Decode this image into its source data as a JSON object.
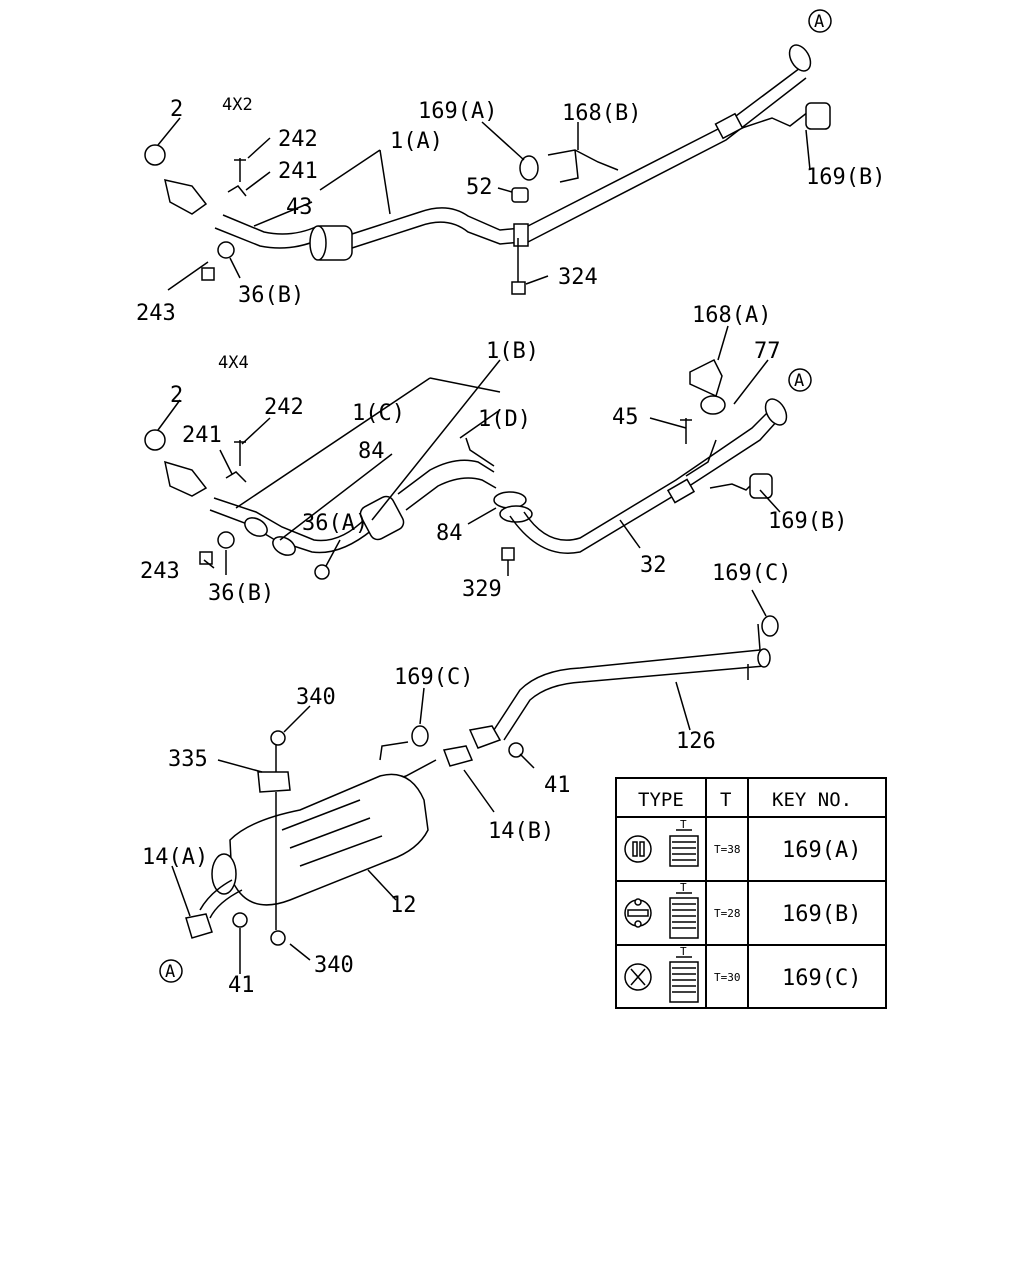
{
  "sections": {
    "upper": "4X2",
    "middle": "4X4"
  },
  "ref_marker": "A",
  "callouts": {
    "u_2": "2",
    "u_242": "242",
    "u_241": "241",
    "u_43": "43",
    "u_1a": "1(A)",
    "u_169a": "169(A)",
    "u_168b": "168(B)",
    "u_52": "52",
    "u_324": "324",
    "u_169b": "169(B)",
    "u_243": "243",
    "u_36b": "36(B)",
    "m_2": "2",
    "m_242": "242",
    "m_241": "241",
    "m_1c": "1(C)",
    "m_1b": "1(B)",
    "m_1d": "1(D)",
    "m_84a": "84",
    "m_36a": "36(A)",
    "m_84b": "84",
    "m_243": "243",
    "m_36b": "36(B)",
    "m_329": "329",
    "m_32": "32",
    "m_168a": "168(A)",
    "m_77": "77",
    "m_45": "45",
    "m_169b": "169(B)",
    "l_169c_top": "169(C)",
    "l_126": "126",
    "l_169c": "169(C)",
    "l_340_top": "340",
    "l_335": "335",
    "l_41_right": "41",
    "l_14b": "14(B)",
    "l_14a": "14(A)",
    "l_12": "12",
    "l_340_bottom": "340",
    "l_41_bottom": "41"
  },
  "legend_table": {
    "headers": {
      "type": "TYPE",
      "t": "T",
      "key": "KEY NO."
    },
    "rows": [
      {
        "icon": "rubber-hanger-a-icon",
        "thickness": "T=38",
        "key": "169(A)"
      },
      {
        "icon": "rubber-hanger-b-icon",
        "thickness": "T=28",
        "key": "169(B)"
      },
      {
        "icon": "rubber-hanger-c-icon",
        "thickness": "T=30",
        "key": "169(C)"
      }
    ],
    "dimension_label": "T"
  }
}
